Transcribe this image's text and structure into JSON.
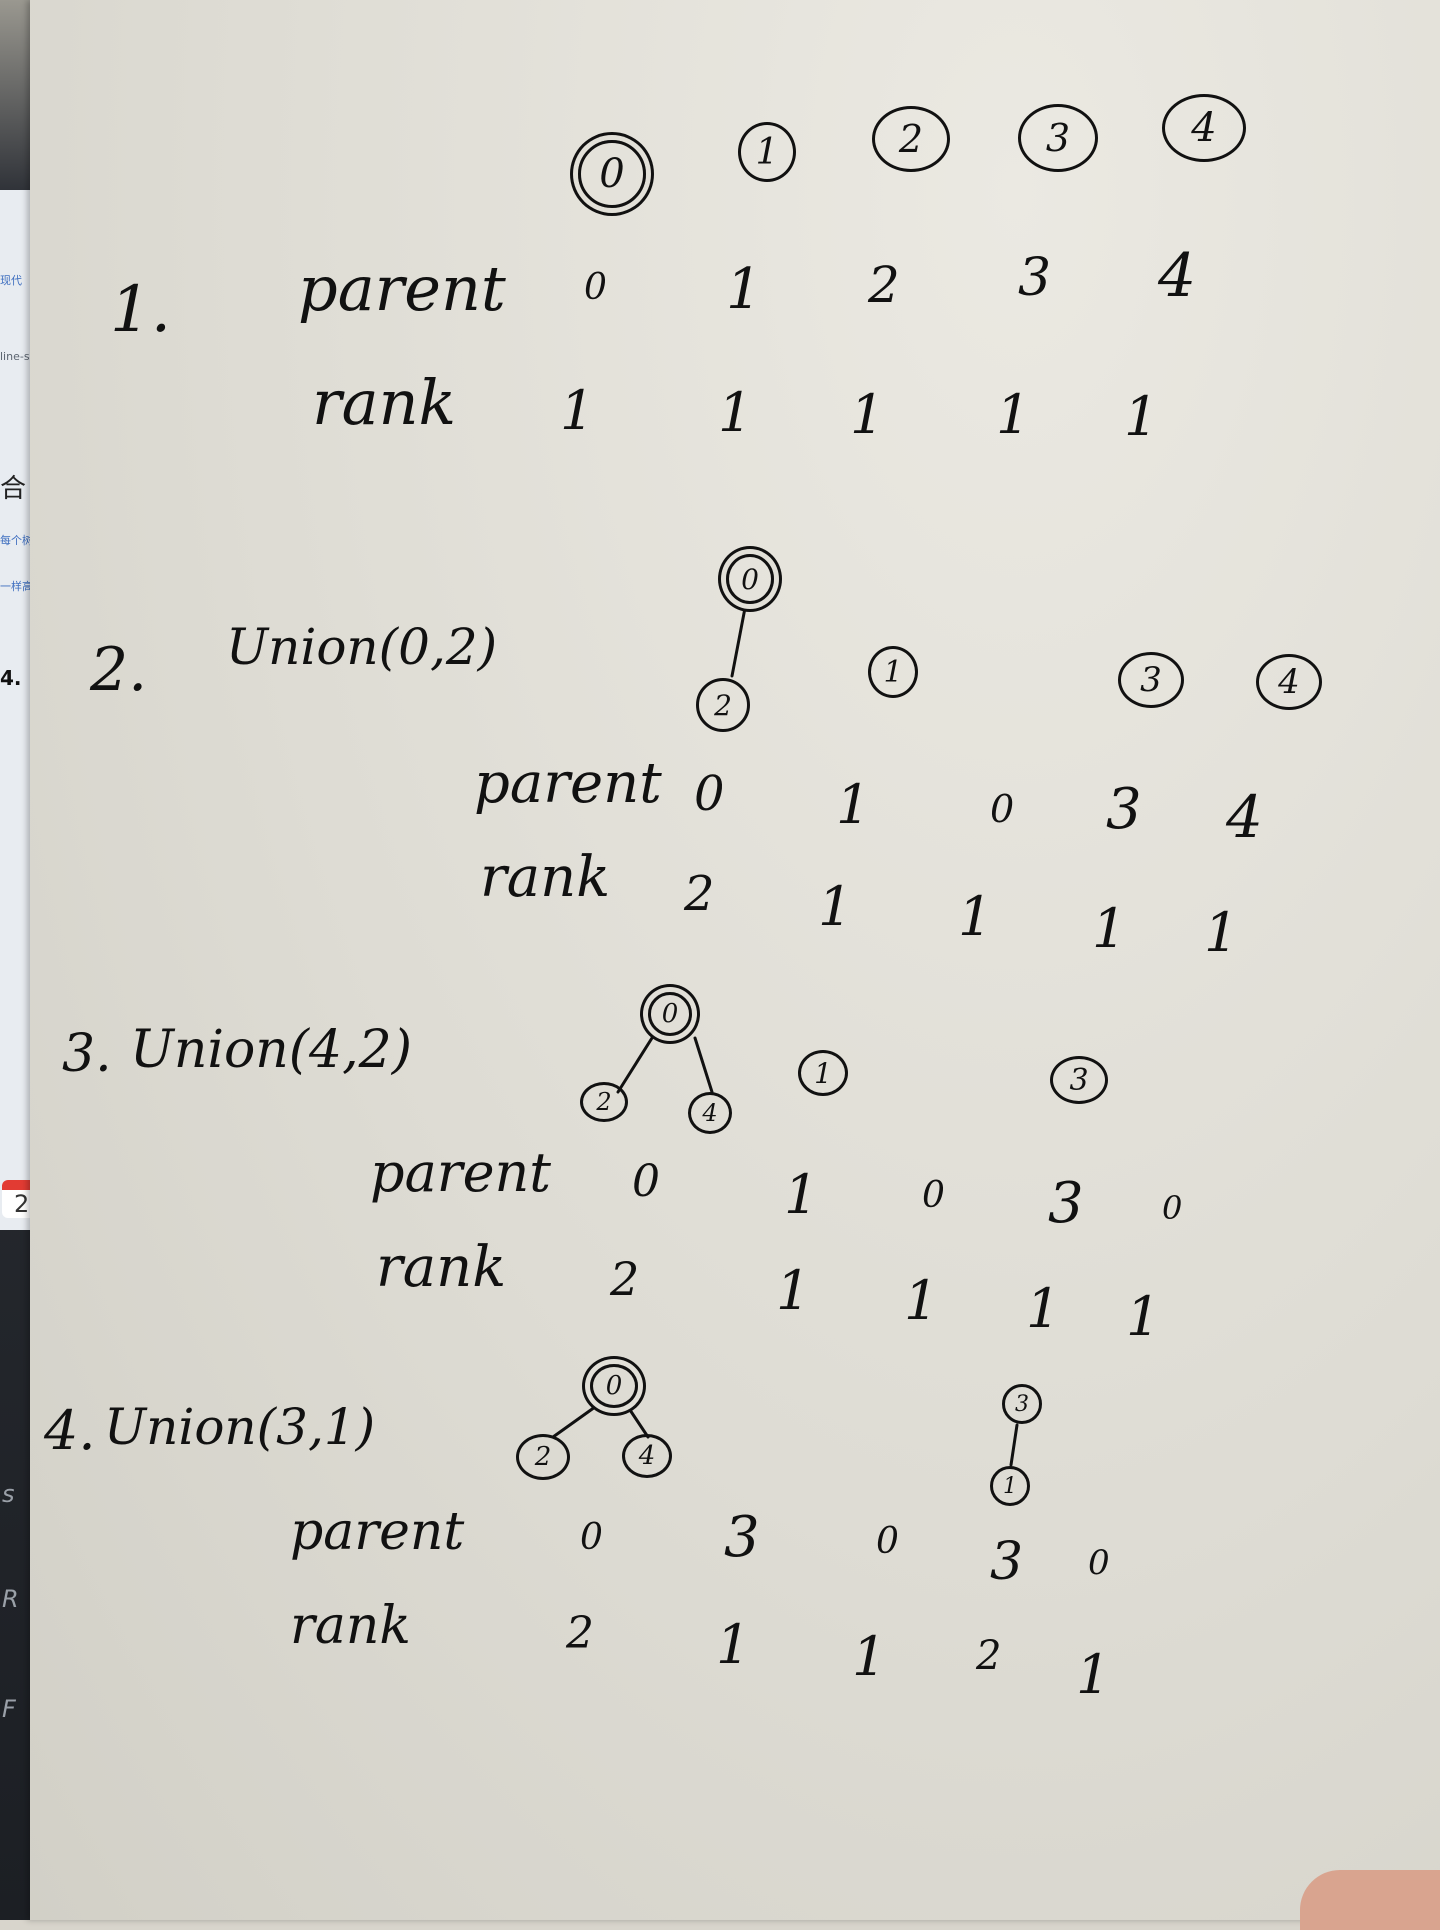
{
  "background": {
    "screen_fragments": [
      "现代",
      "line-sc",
      "合",
      "每个树",
      "一样高",
      "4.",
      "("
    ],
    "calendar_day": "2",
    "bezel_letters": [
      "s",
      "R",
      "F"
    ]
  },
  "top_nodes": [
    "0",
    "1",
    "2",
    "3",
    "4"
  ],
  "labels": {
    "parent": "parent",
    "rank": "rank"
  },
  "steps": [
    {
      "number": "1.",
      "title": "",
      "parent": [
        "0",
        "1",
        "2",
        "3",
        "4"
      ],
      "rank": [
        "1",
        "1",
        "1",
        "1",
        "1"
      ]
    },
    {
      "number": "2.",
      "title": "Union(0,2)",
      "trees": {
        "root": "0",
        "child": "2",
        "singles": [
          "1",
          "3",
          "4"
        ]
      },
      "parent": [
        "0",
        "1",
        "0",
        "3",
        "4"
      ],
      "rank": [
        "2",
        "1",
        "1",
        "1",
        "1"
      ]
    },
    {
      "number": "3.",
      "title": "Union(4,2)",
      "trees": {
        "root": "0",
        "children": [
          "2",
          "4"
        ],
        "singles": [
          "1",
          "3"
        ]
      },
      "parent": [
        "0",
        "1",
        "0",
        "3",
        "0"
      ],
      "rank": [
        "2",
        "1",
        "1",
        "1",
        "1"
      ]
    },
    {
      "number": "4.",
      "title": "Union(3,1)",
      "trees": {
        "root": "0",
        "children": [
          "2",
          "4"
        ],
        "root2": "3",
        "child2": "1"
      },
      "parent": [
        "0",
        "3",
        "0",
        "3",
        "0"
      ],
      "rank": [
        "2",
        "1",
        "1",
        "2",
        "1"
      ]
    }
  ]
}
